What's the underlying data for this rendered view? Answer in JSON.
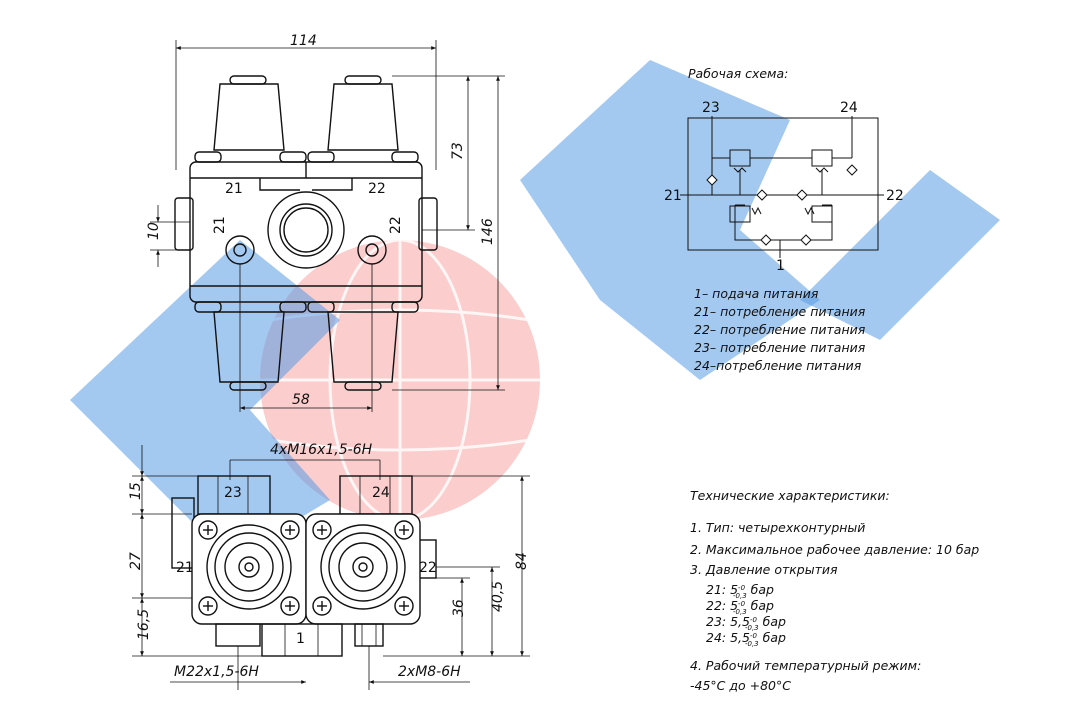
{
  "drawing": {
    "top_view": {
      "dim_width": "114",
      "dim_upper": "73",
      "dim_total_height": "146",
      "dim_side": "10",
      "dim_bottom": "58",
      "port_left_top": "21",
      "port_right_top": "22",
      "port_left_side": "21",
      "port_right_side": "22"
    },
    "front_view": {
      "thread_top": "4xM16x1,5-6H",
      "dim_15": "15",
      "dim_27": "27",
      "dim_16_5": "16,5",
      "dim_84": "84",
      "dim_40_5": "40,5",
      "dim_36": "36",
      "port_23": "23",
      "port_24": "24",
      "port_21": "21",
      "port_22": "22",
      "port_1": "1",
      "thread_bottom_left": "M22x1,5-6H",
      "thread_bottom_right": "2xM8-6H"
    },
    "schema": {
      "title": "Рабочая схема:",
      "port_23": "23",
      "port_24": "24",
      "port_21": "21",
      "port_22": "22",
      "port_1": "1"
    },
    "legend": [
      "1– подача питания",
      "21– потребление питания",
      "22– потребление питания",
      "23– потребление питания",
      "24–потребление питания"
    ],
    "specs": {
      "title": "Технические характеристики:",
      "items": [
        "1. Тип: четырехконтурный",
        "2. Максимальное рабочее давление: 10 бар",
        "3. Давление открытия"
      ],
      "pressures": [
        {
          "port": "21:",
          "value": "5",
          "sup": "-0",
          "sub": "-0,3",
          "unit": "бар"
        },
        {
          "port": "22:",
          "value": "5",
          "sup": "-0",
          "sub": "-0,3",
          "unit": "бар"
        },
        {
          "port": "23:",
          "value": "5,5",
          "sup": "-0",
          "sub": "-0,3",
          "unit": "бар"
        },
        {
          "port": "24:",
          "value": "5,5",
          "sup": "-0",
          "sub": "-0,3",
          "unit": "бар"
        }
      ],
      "temp_title": "4. Рабочий температурный режим:",
      "temp_value": "-45°С до +80°С"
    },
    "watermark": {
      "colors": {
        "blue": "#2a7fd6",
        "red": "#f06a6a"
      }
    }
  }
}
